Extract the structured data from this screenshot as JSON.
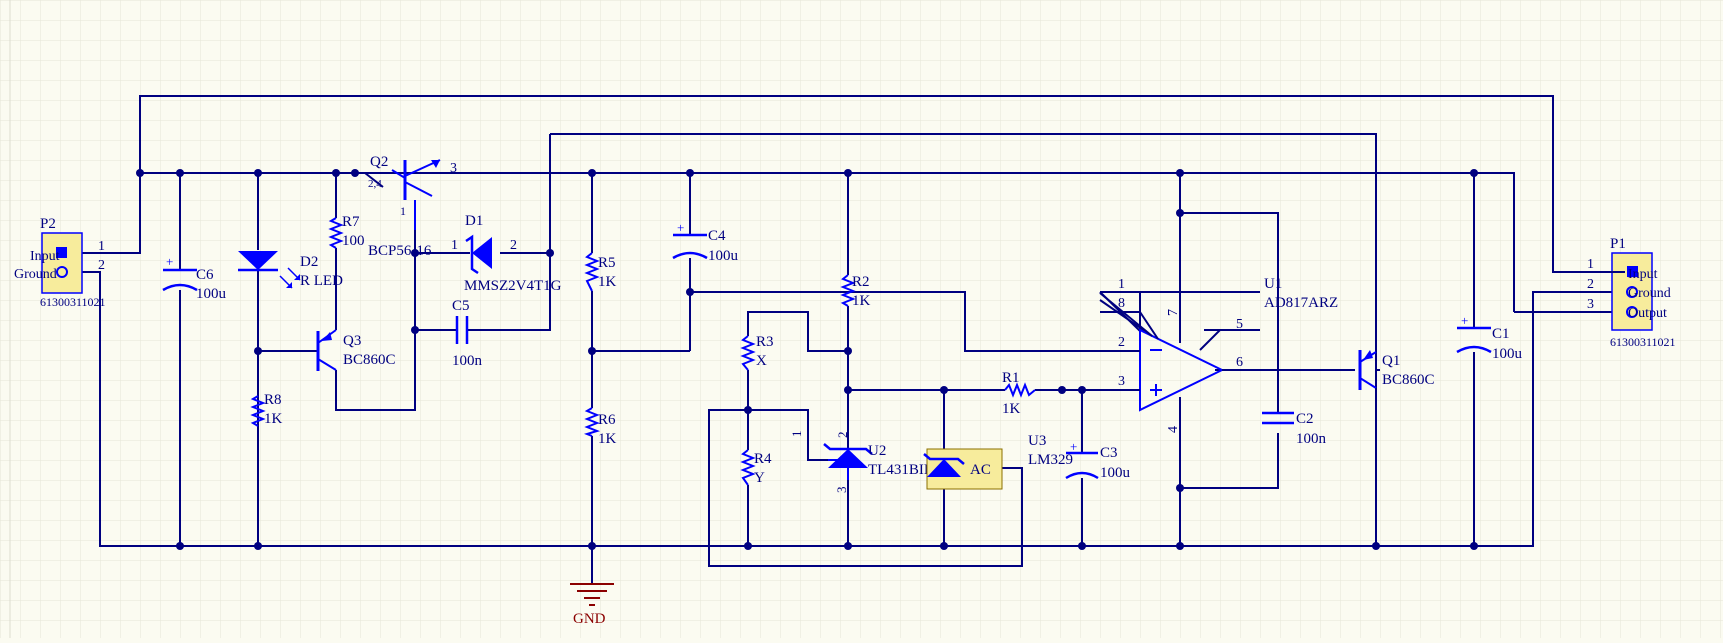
{
  "colors": {
    "background": "#fbfbf1",
    "grid": "#e6e6d8",
    "wire": "#000080",
    "component": "#0000ff",
    "ground_label": "#8b0000",
    "highlight_fill": "#f7ec9c"
  },
  "connectors": {
    "p2": {
      "designator": "P2",
      "part": "61300311021",
      "pin1": "1",
      "pin2": "2",
      "input_label": "Input",
      "ground_label": "Ground"
    },
    "p1": {
      "designator": "P1",
      "part": "61300311021",
      "pin1": "1",
      "pin2": "2",
      "pin3": "3",
      "input_label": "Input",
      "ground_label": "Ground",
      "output_label": "Output"
    }
  },
  "parts": {
    "c6": {
      "designator": "C6",
      "value": "100u"
    },
    "d2": {
      "designator": "D2",
      "value": "R LED"
    },
    "r7": {
      "designator": "R7",
      "value": "100"
    },
    "q2": {
      "designator": "Q2",
      "value": "BCP56-16",
      "pin3": "3",
      "pin1": "1",
      "pin_rot": "2,4"
    },
    "d1": {
      "designator": "D1",
      "value": "MMSZ2V4T1G",
      "pin1": "1",
      "pin2": "2"
    },
    "c5": {
      "designator": "C5",
      "value": "100n"
    },
    "q3": {
      "designator": "Q3",
      "value": "BC860C"
    },
    "r8": {
      "designator": "R8",
      "value": "1K"
    },
    "r5": {
      "designator": "R5",
      "value": "1K"
    },
    "r6": {
      "designator": "R6",
      "value": "1K"
    },
    "c4": {
      "designator": "C4",
      "value": "100u"
    },
    "r2": {
      "designator": "R2",
      "value": "1K"
    },
    "r3": {
      "designator": "R3",
      "value": "X"
    },
    "r4": {
      "designator": "R4",
      "value": "Y"
    },
    "u2": {
      "designator": "U2",
      "value": "TL431BIDBZR",
      "pin1": "1",
      "pin2": "2",
      "pin3": "3"
    },
    "u3": {
      "designator": "U3",
      "value": "LM329",
      "box_label": "AC"
    },
    "r1": {
      "designator": "R1",
      "value": "1K"
    },
    "c3": {
      "designator": "C3",
      "value": "100u"
    },
    "u1": {
      "designator": "U1",
      "value": "AD817ARZ",
      "pin1": "1",
      "pin8": "8",
      "pin2": "2",
      "pin3": "3",
      "pin7": "7",
      "pin5": "5",
      "pin6": "6",
      "pin4": "4"
    },
    "c2": {
      "designator": "C2",
      "value": "100n"
    },
    "q1": {
      "designator": "Q1",
      "value": "BC860C"
    },
    "c1": {
      "designator": "C1",
      "value": "100u"
    }
  },
  "net_labels": {
    "gnd": "GND"
  }
}
